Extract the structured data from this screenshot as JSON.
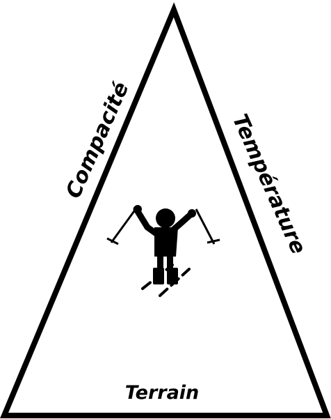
{
  "diagram": {
    "left_side_label": "Compacité",
    "right_side_label": "Température",
    "base_label": "Terrain",
    "center_figure": "skier-icon",
    "stroke_color": "#000000",
    "background_color": "#ffffff"
  }
}
